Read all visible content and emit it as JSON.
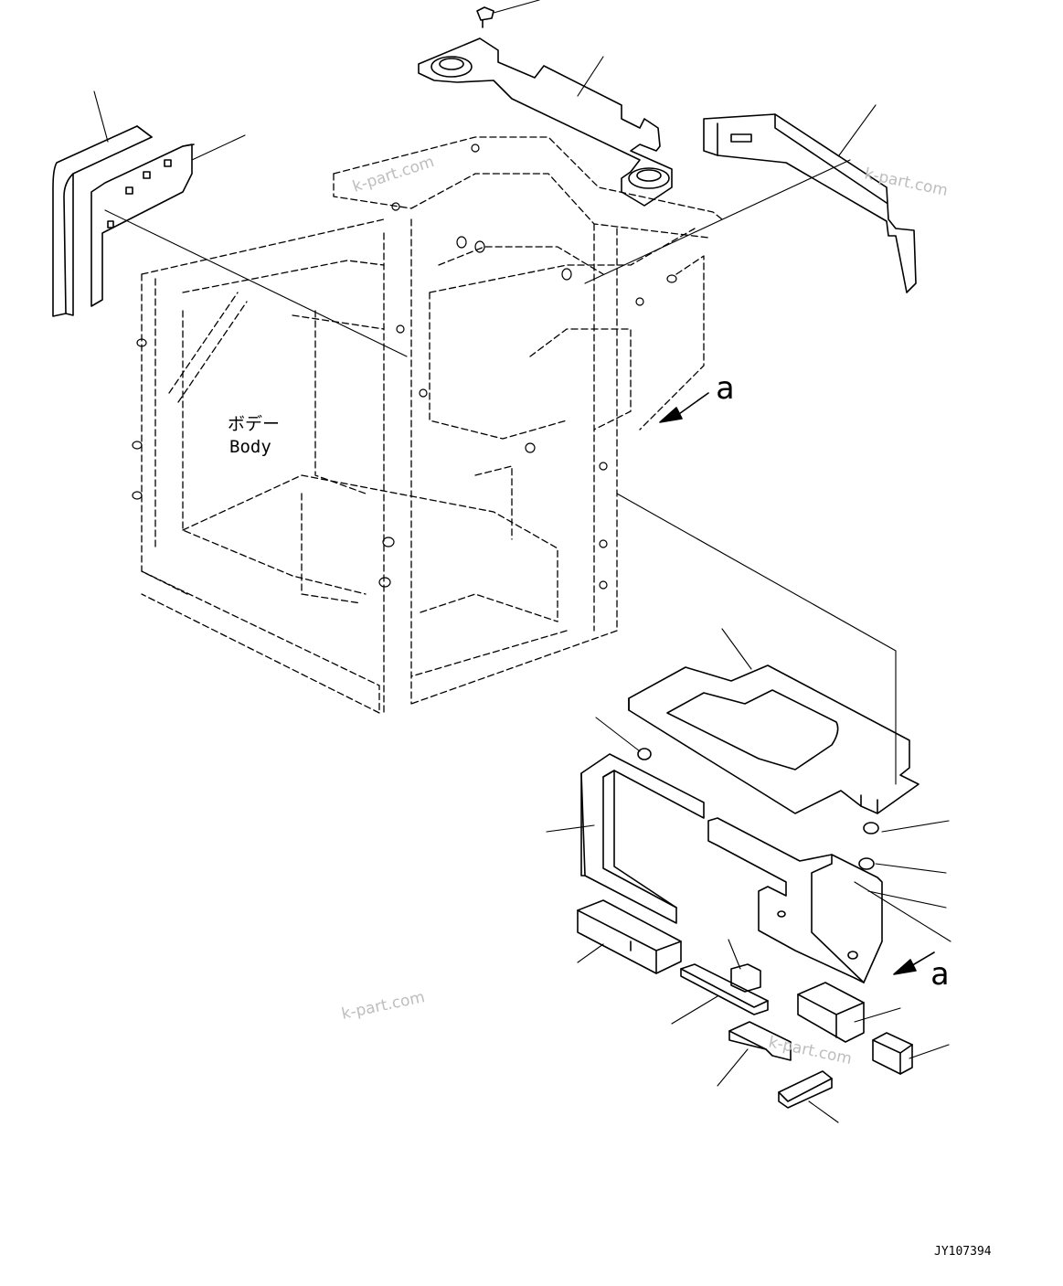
{
  "labels": {
    "body_jp": "ボデー",
    "body_en": "Body",
    "view_a_top": "a",
    "view_a_bottom": "a",
    "drawing_id": "JY107394"
  },
  "watermarks": [
    "k-part.com",
    "k-part.com",
    "k-part.com",
    "k-part.com"
  ],
  "colors": {
    "line": "#000000",
    "watermark": "#bdbdbd",
    "background": "#ffffff"
  }
}
